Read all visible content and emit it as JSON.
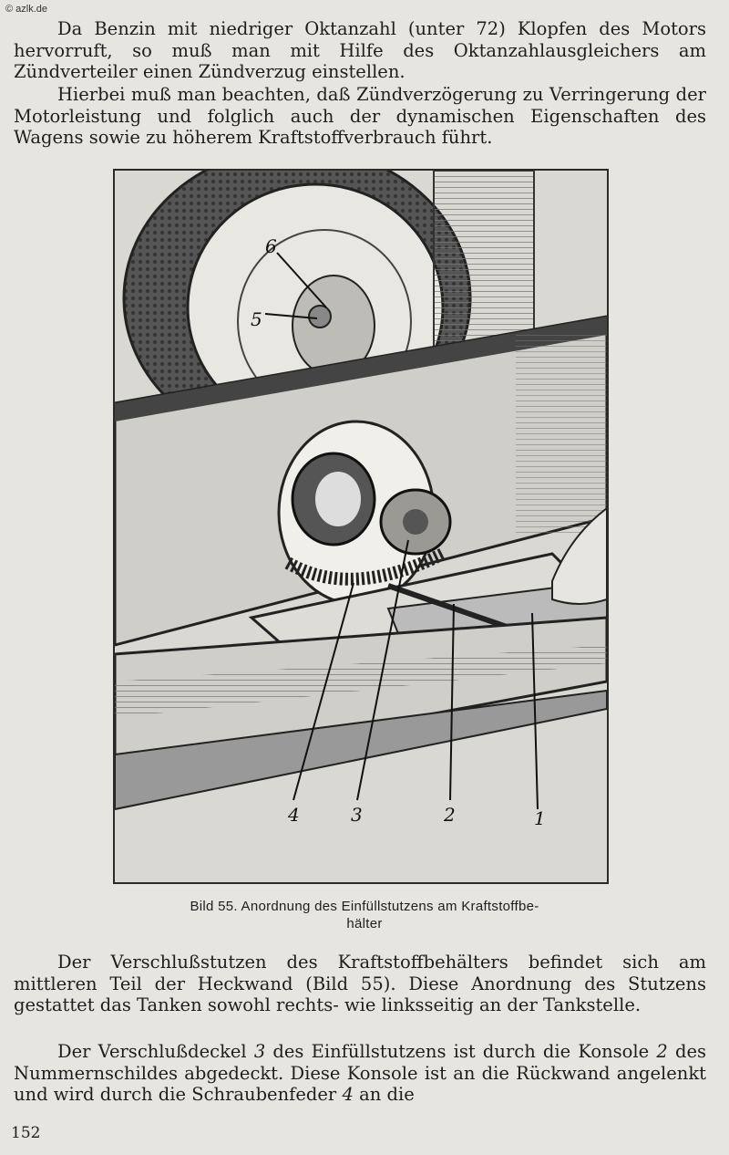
{
  "watermark": "© azlk.de",
  "paragraphs": {
    "p1": "Da Benzin mit niedriger Oktanzahl (unter 72) Klopfen des Motors hervorruft, so muß man mit Hilfe des Oktanzahlausgleichers am Zündverteiler einen Zündverzug einstellen.",
    "p2": "Hierbei muß man beachten, daß Zündverzögerung zu Verringerung der Motorleistung und folglich auch der dynamischen Eigenschaften des Wagens sowie zu höherem Kraftstoffverbrauch führt.",
    "p3": "Der Verschlußstutzen des Kraftstoffbehälters befindet sich am mittleren Teil der Heckwand (Bild 55). Diese Anordnung des Stutzens gestattet das Tanken sowohl rechts- wie linksseitig an der Tankstelle.",
    "p4_a": "Der Verschlußdeckel ",
    "p4_n3": "3",
    "p4_b": " des Einfüllstutzens ist durch die Konsole ",
    "p4_n2": "2",
    "p4_c": " des Nummernschildes abgedeckt. Diese Konsole ist an die Rückwand angelenkt und wird durch die Schraubenfeder ",
    "p4_n4": "4",
    "p4_d": " an die"
  },
  "figure": {
    "labels": {
      "l1": "1",
      "l2": "2",
      "l3": "3",
      "l4": "4",
      "l5": "5",
      "l6": "6"
    }
  },
  "caption": {
    "line1": "Bild 55. Anordnung des Einfüllstutzens am Kraftstoffbe-",
    "line2": "hälter"
  },
  "page_number": "152"
}
